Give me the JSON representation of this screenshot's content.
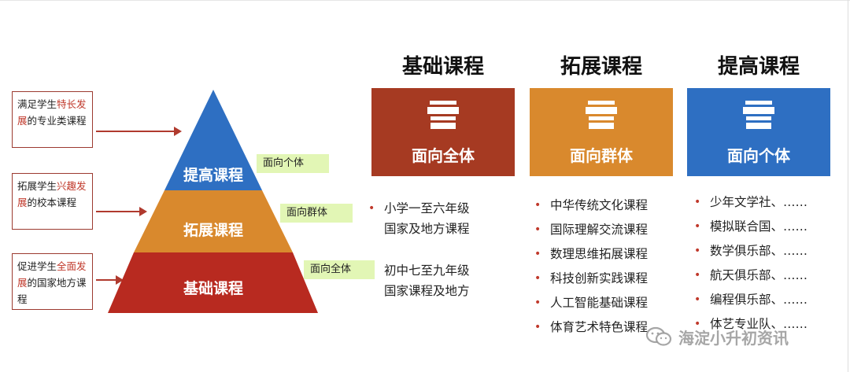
{
  "descriptions": [
    {
      "pre": "满足学生",
      "highlight": "特长发展",
      "post": "的专业类课程"
    },
    {
      "pre": "拓展学生",
      "highlight": "兴趣发展",
      "post": "的校本课程"
    },
    {
      "pre": "促进学生",
      "highlight": "全面发展",
      "post": "的国家地方课程"
    }
  ],
  "pyramid": {
    "top": "提高课程",
    "middle": "拓展课程",
    "bottom": "基础课程"
  },
  "tags": {
    "top": "面向个体",
    "middle": "面向群体",
    "bottom": "面向全体"
  },
  "columns": [
    {
      "title": "基础课程",
      "card_label": "面向全体",
      "color": "#a63a22",
      "items": [
        [
          "小学一至六年级",
          "国家及地方课程"
        ],
        [
          "初中七至九年级",
          "国家课程及地方"
        ]
      ]
    },
    {
      "title": "拓展课程",
      "card_label": "面向群体",
      "color": "#d9892d",
      "items": [
        "中华传统文化课程",
        "国际理解交流课程",
        "数理思维拓展课程",
        "科技创新实践课程",
        "人工智能基础课程",
        "体育艺术特色课程"
      ]
    },
    {
      "title": "提高课程",
      "card_label": "面向个体",
      "color": "#2e6fc2",
      "items": [
        "少年文学社、……",
        "模拟联合国、……",
        "数学俱乐部、……",
        "航天俱乐部、……",
        "编程俱乐部、……",
        "体艺专业队、……"
      ]
    }
  ],
  "colors": {
    "pyramid_top": "#2e6fc2",
    "pyramid_middle": "#d9892d",
    "pyramid_bottom": "#b82a20",
    "tag_bg": "#e2f6b5",
    "highlight": "#c0392b"
  },
  "watermark": "海淀小升初资讯"
}
